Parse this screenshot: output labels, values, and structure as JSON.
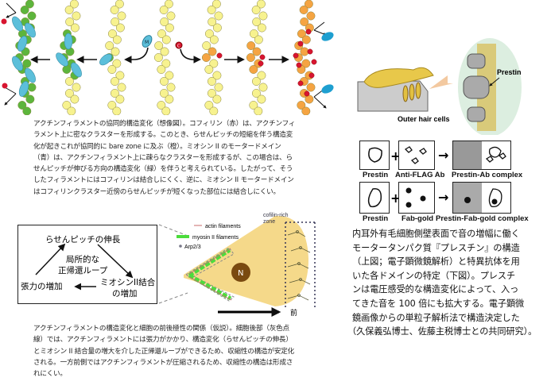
{
  "filament_figure": {
    "colors": {
      "plain": "#f7f28f",
      "cofilin_bound": "#f5a442",
      "myosin_bound": "#5db53c",
      "cofilin": "#d81530",
      "myosin": "#5cbfda"
    },
    "myosin_symbol": "M",
    "cofilin_symbol": "C"
  },
  "caption_top": "アクチンフィラメントの協同的構造変化（想像図）。コフィリン（赤）は、アクチンフィラメント上に密なクラスターを形成する。このとき、らせんピッチの短縮を伴う構造変化が起きこれが協同的に bare zone に及ぶ（橙）。ミオシン II のモータードメイン（青）は、アクチンフィラメント上に疎らなクラスターを形成するが、この場合は、らせんピッチが伸びる方向の構造変化（緑）を伴うと考えられている。したがって、そうしたフィラメントにはコフィリンは結合しにくく、逆に、ミオシン II モータードメインはコフィリンクラスター近傍のらせんピッチが短くなった部位には結合しにくい。",
  "loop_diagram": {
    "top": "らせんピッチの伸長",
    "center_line1": "局所的な",
    "center_line2": "正帰還ループ",
    "left": "張力の増加",
    "right_line1": "ミオシンII結合",
    "right_line2": "の増加"
  },
  "cell_diagram": {
    "legend": [
      "actin filaments",
      "myosin II filaments",
      "Arp2/3"
    ],
    "zone_line1": "cofilin-rich",
    "zone_line2": "zone",
    "nucleus": "N",
    "front": "前"
  },
  "caption_bottom": "アクチンフィラメントの構造変化と細胞の前後極性の関係（仮説）。細胞後部（灰色点線）では、アクチンフィラメントには張力がかかり、構造変化（らせんピッチの伸長）とミオシン II 結合量の増大を介した正帰還ループができるため、収縮性の構造が安定化される。一方前側ではアクチンフィラメントが圧縮されるため、収縮性の構造は形成されにくい。",
  "prestin_figure": {
    "prestin_label": "Prestin",
    "ohc_label": "Outer hair cells"
  },
  "complex_figure": {
    "row1": {
      "a": "Prestin",
      "b": "Anti-FLAG Ab",
      "result": "Prestin-Ab complex"
    },
    "row2": {
      "a": "Prestin",
      "b": "Fab-gold",
      "result": "Prestin-Fab-gold complex"
    },
    "plus": "+",
    "arrow": "→"
  },
  "description_lines": [
    "内耳外有毛細胞側壁表面で音の増幅に働く",
    "モータータンパク質『プレスチン』の構造",
    "（上図；電子顕微鏡解析）と特異抗体を用",
    "いた各ドメインの特定（下図）。プレスチ",
    "ンは電圧感受的な構造変化によって、入っ",
    "てきた音を 100 倍にも拡大する。電子顕微",
    "鏡画像からの単粒子解析法で構造決定した",
    "（久保義弘博士、佐藤主税博士との共同研究）。"
  ]
}
